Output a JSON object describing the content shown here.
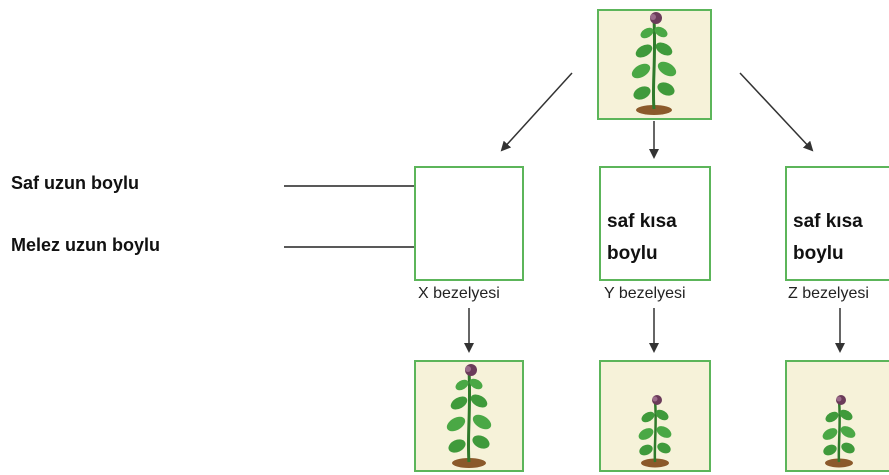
{
  "labels": {
    "pure_tall": "Saf uzun boylu",
    "hybrid_tall": "Melez uzun boylu"
  },
  "boxes": {
    "y_text": "saf kısa\nboylu",
    "z_text": "saf kısa\nboylu"
  },
  "captions": {
    "x": "X bezelyesi",
    "y": "Y bezelyesi",
    "z": "Z bezelyesi"
  },
  "colors": {
    "box_border": "#5cb55a",
    "plant_bg": "#f6f2d9",
    "leaf": "#3f9a3b",
    "stem": "#2f7a2b",
    "flower": "#6b3b5a",
    "soil": "#8b5a2b",
    "arrow": "#333333"
  }
}
